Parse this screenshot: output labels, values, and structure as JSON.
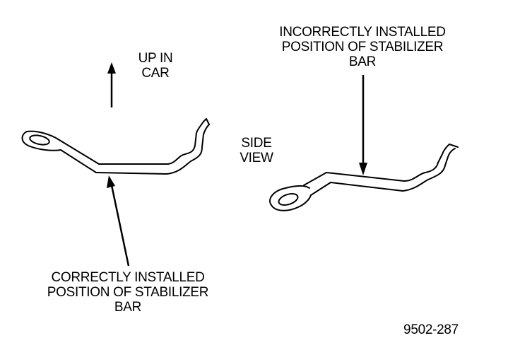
{
  "labels": {
    "up_in_car": [
      "UP IN",
      "CAR"
    ],
    "incorrect": [
      "INCORRECTLY INSTALLED",
      "POSITION OF STABILIZER",
      "BAR"
    ],
    "side_view": [
      "SIDE",
      "VIEW"
    ],
    "correct": [
      "CORRECTLY INSTALLED",
      "POSITION OF STABILIZER",
      "BAR"
    ],
    "figure_number": "9502-287"
  },
  "icons": {
    "up_arrow": "up-arrow-icon",
    "pointer_arrows": "pointer-arrow-icon"
  },
  "colors": {
    "ink": "#000000",
    "background": "#ffffff"
  }
}
